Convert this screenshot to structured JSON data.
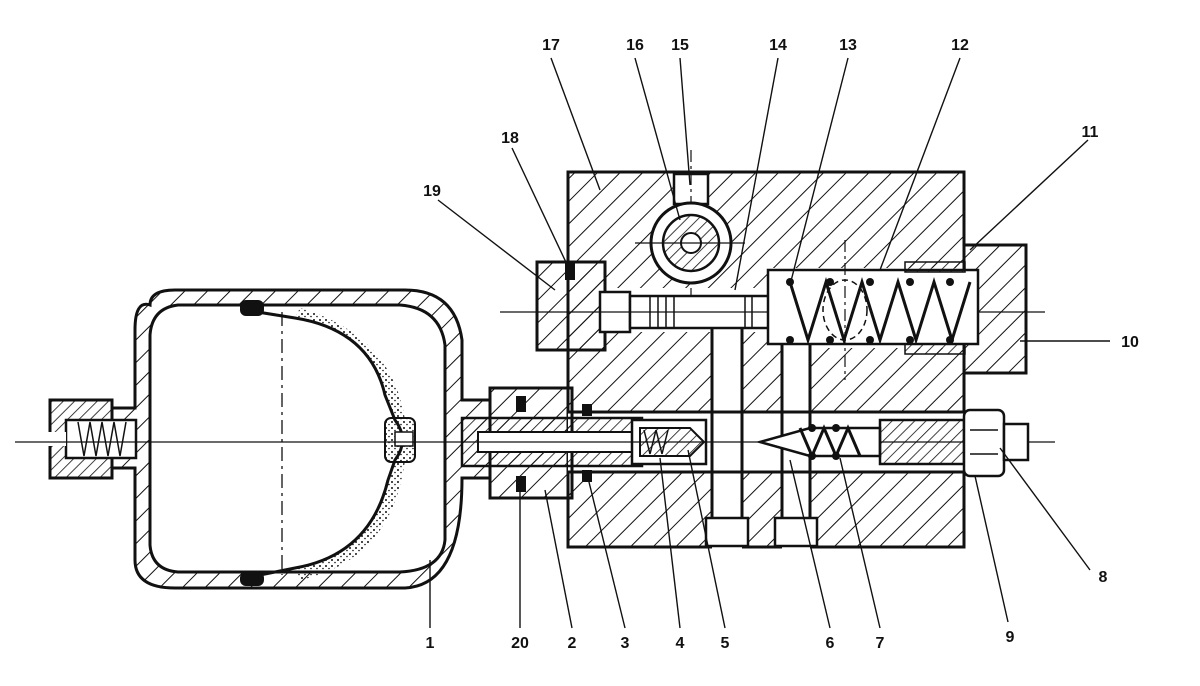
{
  "callouts": [
    {
      "id": "c17",
      "text": "17"
    },
    {
      "id": "c16",
      "text": "16"
    },
    {
      "id": "c15",
      "text": "15"
    },
    {
      "id": "c14",
      "text": "14"
    },
    {
      "id": "c13",
      "text": "13"
    },
    {
      "id": "c12",
      "text": "12"
    },
    {
      "id": "c11",
      "text": "11"
    },
    {
      "id": "c18",
      "text": "18"
    },
    {
      "id": "c19",
      "text": "19"
    },
    {
      "id": "c10",
      "text": "10"
    },
    {
      "id": "c8",
      "text": "8"
    },
    {
      "id": "c9",
      "text": "9"
    },
    {
      "id": "c1",
      "text": "1"
    },
    {
      "id": "c20",
      "text": "20"
    },
    {
      "id": "c2",
      "text": "2"
    },
    {
      "id": "c3",
      "text": "3"
    },
    {
      "id": "c4",
      "text": "4"
    },
    {
      "id": "c5",
      "text": "5"
    },
    {
      "id": "c6",
      "text": "6"
    },
    {
      "id": "c7",
      "text": "7"
    }
  ]
}
